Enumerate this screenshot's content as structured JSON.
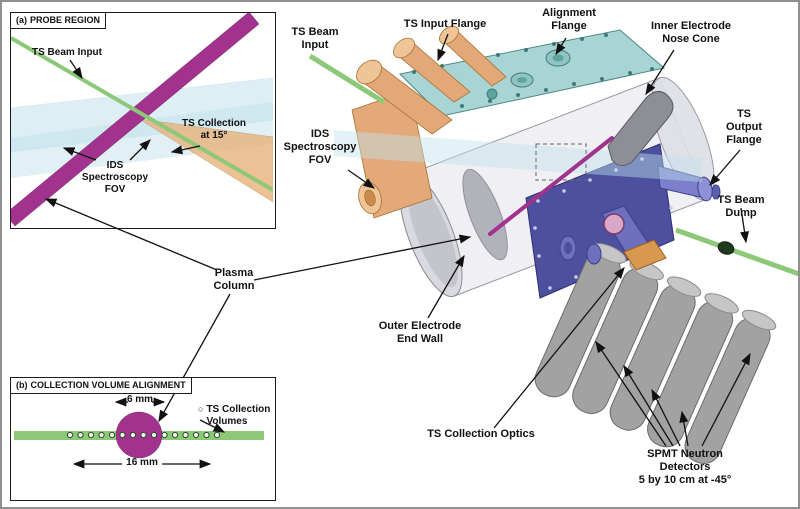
{
  "panel_a": {
    "tag": "(a)",
    "title": "PROBE REGION",
    "labels": {
      "ts_beam_input": "TS Beam Input",
      "ts_collection": "TS Collection\nat 15°",
      "ids_fov": "IDS\nSpectroscopy\nFOV"
    }
  },
  "panel_b": {
    "tag": "(b)",
    "title": "COLLECTION VOLUME ALIGNMENT",
    "dim_small": "6 mm",
    "dim_large": "16 mm",
    "legend_icon": "○",
    "legend": "TS Collection\nVolumes"
  },
  "main": {
    "ts_beam_input": "TS Beam\nInput",
    "ts_input_flange": "TS Input Flange",
    "alignment_flange": "Alignment\nFlange",
    "inner_electrode_nose_cone": "Inner Electrode\nNose Cone",
    "ids_fov": "IDS\nSpectroscopy\nFOV",
    "ts_output_flange": "TS\nOutput\nFlange",
    "ts_beam_dump": "TS Beam Dump",
    "plasma_column": "Plasma\nColumn",
    "outer_electrode_end_wall": "Outer Electrode\nEnd Wall",
    "ts_collection_optics": "TS Collection Optics",
    "neutron_detectors": "SPMT Neutron Detectors\n5 by 10 cm at -45°"
  },
  "colors": {
    "ts_beam_green": "#8cc878",
    "plasma_magenta": "#a1338e",
    "ids_fov_cyan": "#c2e2ec",
    "collection_orange": "#e8b27d",
    "flange_teal": "#a8d5d3",
    "output_purple": "#4c509f",
    "detector_gray": "#a2a2a2"
  }
}
